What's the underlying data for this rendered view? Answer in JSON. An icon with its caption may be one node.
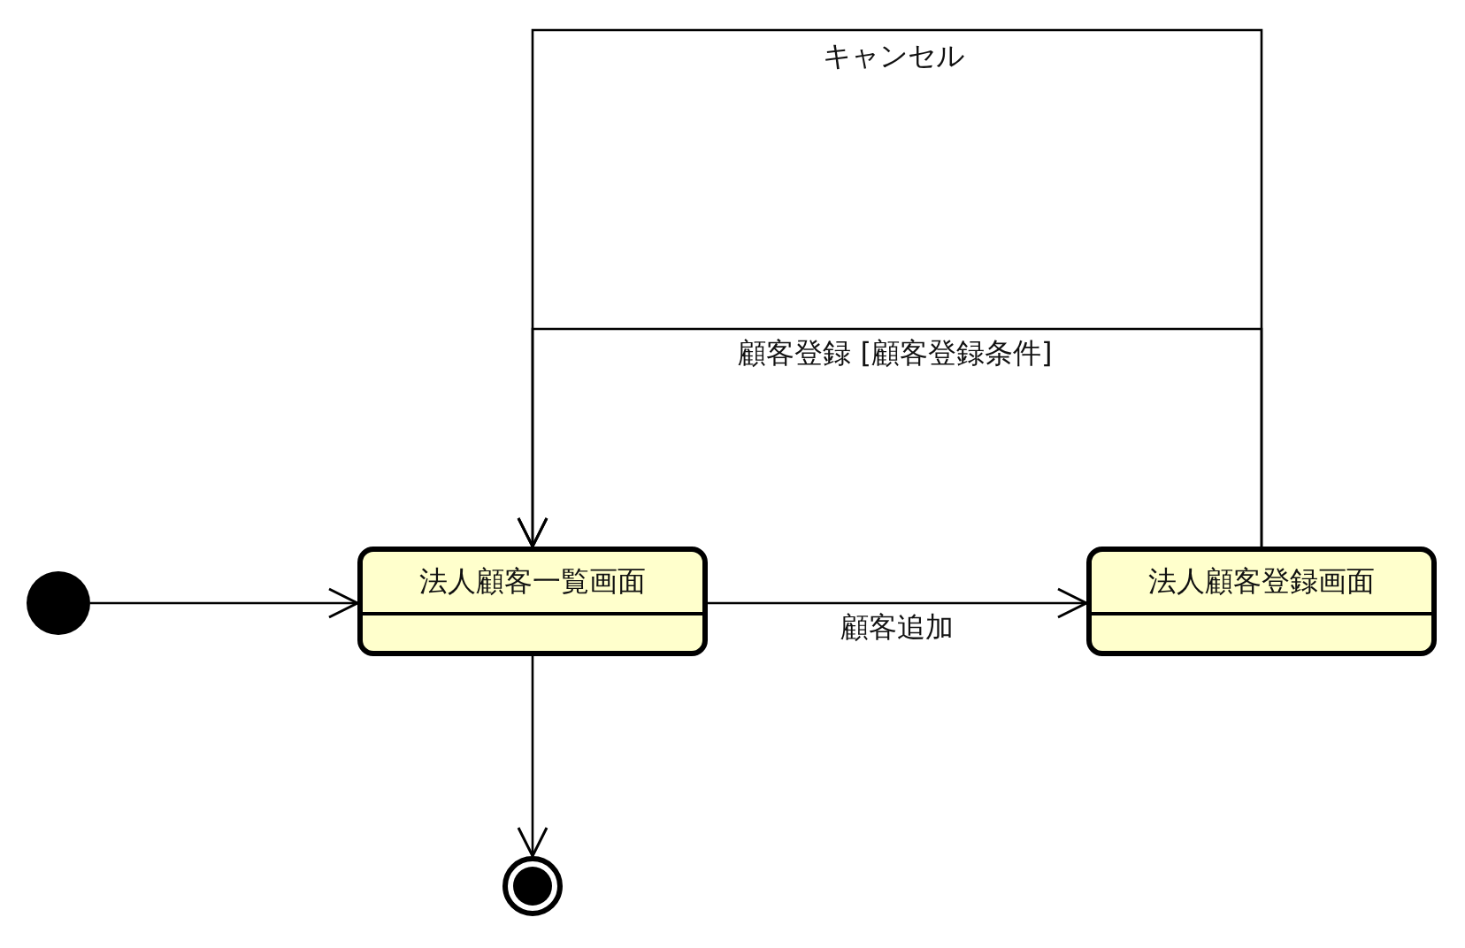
{
  "diagram": {
    "nodes": [
      {
        "text": [],
        "shape": "circle"
      },
      {
        "text": [
          "法人顧客一覧画面"
        ]
      },
      {
        "text": [
          "法人顧客登録画面"
        ]
      },
      {
        "text": [],
        "shape": "circle"
      }
    ],
    "edges": [
      {
        "from": 0,
        "to": 1,
        "arrow": "to"
      },
      {
        "from": 1,
        "to": 2,
        "arrow": "to",
        "label": "顧客追加"
      },
      {
        "from": 2,
        "to": 1,
        "arrow": "to",
        "label": "キャンセル"
      },
      {
        "from": 2,
        "to": 1,
        "arrow": "to",
        "label": "顧客登録 [顧客登録条件]"
      },
      {
        "from": 1,
        "to": 3,
        "arrow": "to"
      }
    ]
  }
}
